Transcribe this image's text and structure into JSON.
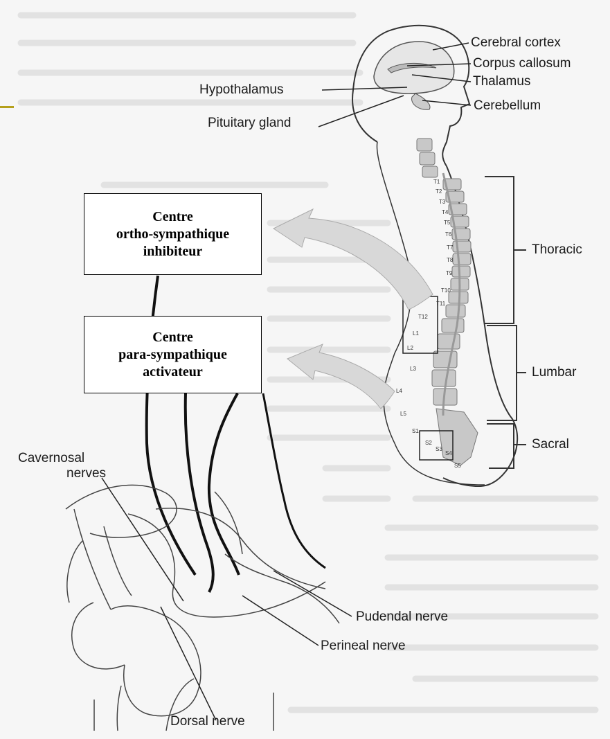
{
  "accent_color": "#b5a01c",
  "brain_labels": {
    "cerebral_cortex": "Cerebral cortex",
    "corpus_callosum": "Corpus callosum",
    "thalamus": "Thalamus",
    "hypothalamus": "Hypothalamus",
    "cerebellum": "Cerebellum",
    "pituitary_gland": "Pituitary gland"
  },
  "spine_regions": {
    "thoracic": "Thoracic",
    "lumbar": "Lumbar",
    "sacral": "Sacral"
  },
  "vertebrae": {
    "t1": "T1",
    "t2": "T2",
    "t3": "T3",
    "t4": "T4",
    "t5": "T5",
    "t6": "T6",
    "t7": "T7",
    "t8": "T8",
    "t9": "T9",
    "t10": "T10",
    "t11": "T11",
    "t12": "T12",
    "l1": "L1",
    "l2": "L2",
    "l3": "L3",
    "l4": "L4",
    "l5": "L5",
    "s1": "S1",
    "s2": "S2",
    "s3": "S3",
    "s4": "S4",
    "s5": "S5"
  },
  "callouts": {
    "ortho": {
      "line1": "Centre",
      "line2": "ortho-sympathique",
      "line3": "inhibiteur"
    },
    "para": {
      "line1": "Centre",
      "line2": "para-sympathique",
      "line3": "activateur"
    }
  },
  "nerve_labels": {
    "cavernosal_1": "Cavernosal",
    "cavernosal_2": "nerves",
    "pudendal": "Pudendal nerve",
    "perineal": "Perineal nerve",
    "dorsal": "Dorsal nerve"
  }
}
